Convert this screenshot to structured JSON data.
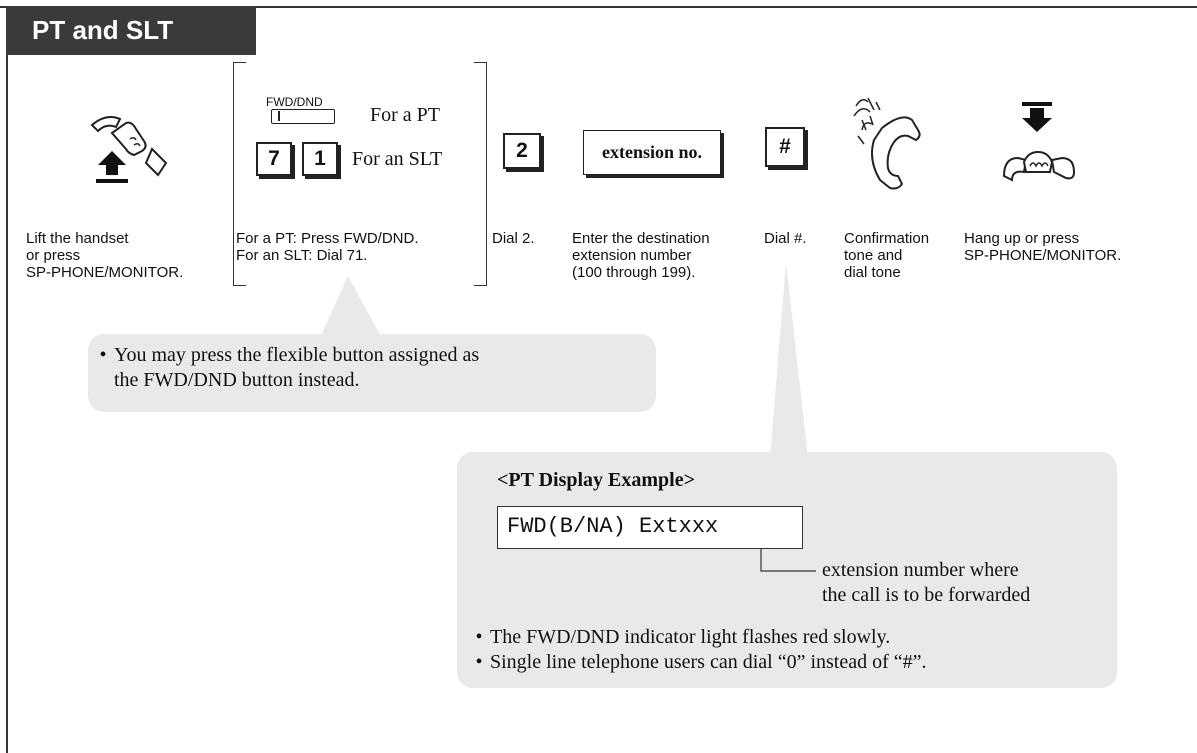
{
  "section": {
    "title": "PT and SLT"
  },
  "steps": {
    "lift": {
      "label_lines": [
        "Lift the handset",
        "or press",
        "SP-PHONE/MONITOR."
      ]
    },
    "fwd": {
      "button_caption": "FWD/DND",
      "pt_text": "For a PT",
      "slt_keys": [
        "7",
        "1"
      ],
      "slt_text": "For an SLT",
      "label_lines": [
        "For a PT: Press FWD/DND.",
        "For an SLT: Dial 71."
      ]
    },
    "dial2": {
      "key": "2",
      "label": "Dial 2."
    },
    "ext": {
      "box_text": "extension no.",
      "label_lines": [
        "Enter the destination",
        "extension number",
        "(100 through 199)."
      ]
    },
    "hash": {
      "key": "#",
      "label": "Dial #."
    },
    "confirm": {
      "label_lines": [
        "Confirmation",
        "tone and",
        "dial tone"
      ]
    },
    "hangup": {
      "label_lines": [
        "Hang up or press",
        "SP-PHONE/MONITOR."
      ]
    }
  },
  "note1": {
    "bullets": [
      "You may press the flexible button assigned as",
      "the FWD/DND button instead."
    ]
  },
  "note2": {
    "heading": "<PT Display Example>",
    "display": "FWD(B/NA) Extxxx",
    "callout_lines": [
      "extension number where",
      "the call is to be forwarded"
    ],
    "bullets": [
      "The FWD/DND indicator light flashes red slowly.",
      "Single line telephone users can dial “0” instead of “#”."
    ]
  }
}
